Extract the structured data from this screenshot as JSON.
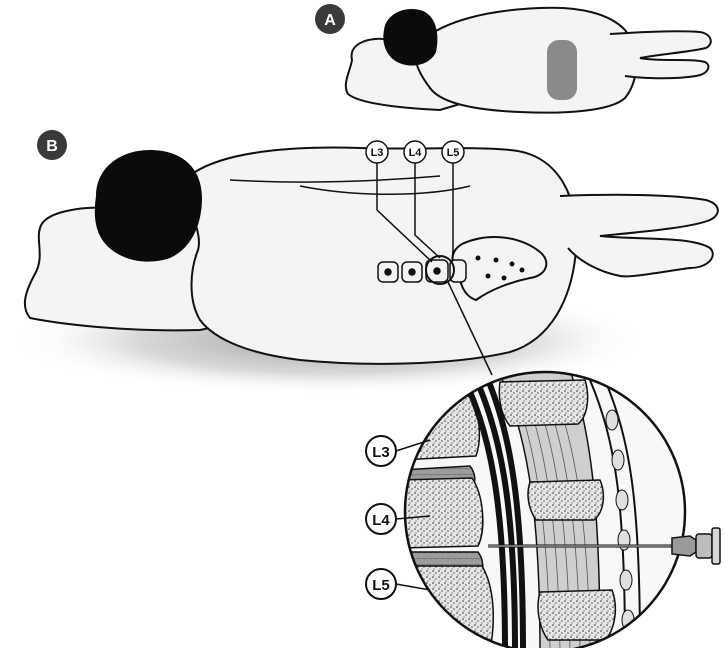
{
  "panels": {
    "a": {
      "badge": "A"
    },
    "b": {
      "badge": "B"
    }
  },
  "spine_levels": {
    "top_labels": [
      "L3",
      "L4",
      "L5"
    ],
    "inset_labels": [
      "L3",
      "L4",
      "L5"
    ]
  },
  "colors": {
    "badge_fill": "#3a3a3a",
    "skin_fill": "#f4f4f4",
    "hair_fill": "#0b0b0b",
    "line": "#111111",
    "shadow": "#9a9a9a",
    "marker_zone": "#8a8a8a",
    "disc_fill": "#bcbcbc",
    "vertebra_fill": "#eeeeee"
  },
  "icons": {
    "needle": "needle-icon",
    "vertebra": "vertebra-icon"
  }
}
